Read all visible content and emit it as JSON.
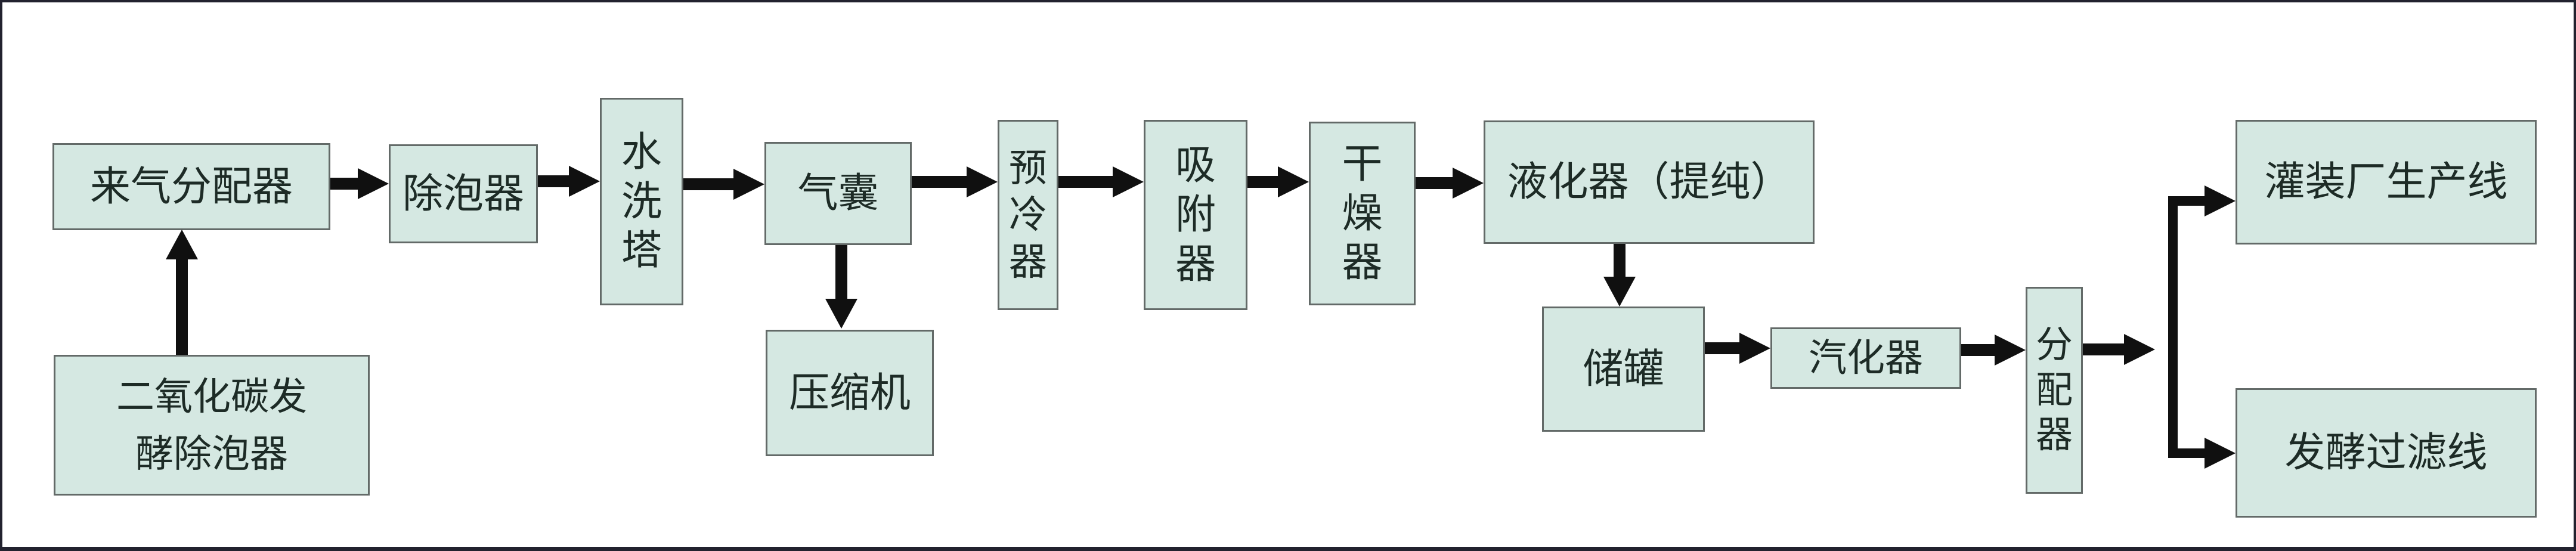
{
  "diagram": {
    "type": "flowchart",
    "language": "zh-CN",
    "colors": {
      "background": "#ffffff",
      "frame": "#22222f",
      "node_fill": "#d5e8e2",
      "node_border": "#636a68",
      "arrow": "#101010",
      "text": "#1d2b26"
    },
    "nodes": [
      {
        "id": "source-gas-distributor",
        "label": "来气分配器"
      },
      {
        "id": "co2-fermentation-defoamer",
        "label": "二氧化碳发酵除泡器",
        "lines": [
          "二氧化碳发",
          "酵除泡器"
        ]
      },
      {
        "id": "defoamer",
        "label": "除泡器"
      },
      {
        "id": "water-wash-tower",
        "label": "水洗塔"
      },
      {
        "id": "gas-bag",
        "label": "气囊"
      },
      {
        "id": "compressor",
        "label": "压缩机"
      },
      {
        "id": "precooler",
        "label": "预冷器"
      },
      {
        "id": "adsorber",
        "label": "吸附器"
      },
      {
        "id": "dryer",
        "label": "干燥器"
      },
      {
        "id": "liquefier-purification",
        "label": "液化器（提纯）"
      },
      {
        "id": "storage-tank",
        "label": "储罐"
      },
      {
        "id": "vaporizer",
        "label": "汽化器"
      },
      {
        "id": "distributor",
        "label": "分配器"
      },
      {
        "id": "filling-plant-production-line",
        "label": "灌装厂生产线"
      },
      {
        "id": "fermentation-filter-line",
        "label": "发酵过滤线"
      }
    ],
    "edges": [
      {
        "from": "co2-fermentation-defoamer",
        "to": "source-gas-distributor",
        "direction": "up"
      },
      {
        "from": "source-gas-distributor",
        "to": "defoamer",
        "direction": "right"
      },
      {
        "from": "defoamer",
        "to": "water-wash-tower",
        "direction": "right"
      },
      {
        "from": "water-wash-tower",
        "to": "gas-bag",
        "direction": "right"
      },
      {
        "from": "gas-bag",
        "to": "compressor",
        "direction": "down"
      },
      {
        "from": "gas-bag",
        "to": "precooler",
        "direction": "right"
      },
      {
        "from": "precooler",
        "to": "adsorber",
        "direction": "right"
      },
      {
        "from": "adsorber",
        "to": "dryer",
        "direction": "right"
      },
      {
        "from": "dryer",
        "to": "liquefier-purification",
        "direction": "right"
      },
      {
        "from": "liquefier-purification",
        "to": "storage-tank",
        "direction": "down"
      },
      {
        "from": "storage-tank",
        "to": "vaporizer",
        "direction": "right"
      },
      {
        "from": "vaporizer",
        "to": "distributor",
        "direction": "right"
      },
      {
        "from": "distributor",
        "to": "filling-plant-production-line",
        "direction": "branch-up-right"
      },
      {
        "from": "distributor",
        "to": "fermentation-filter-line",
        "direction": "branch-down-right"
      }
    ]
  }
}
